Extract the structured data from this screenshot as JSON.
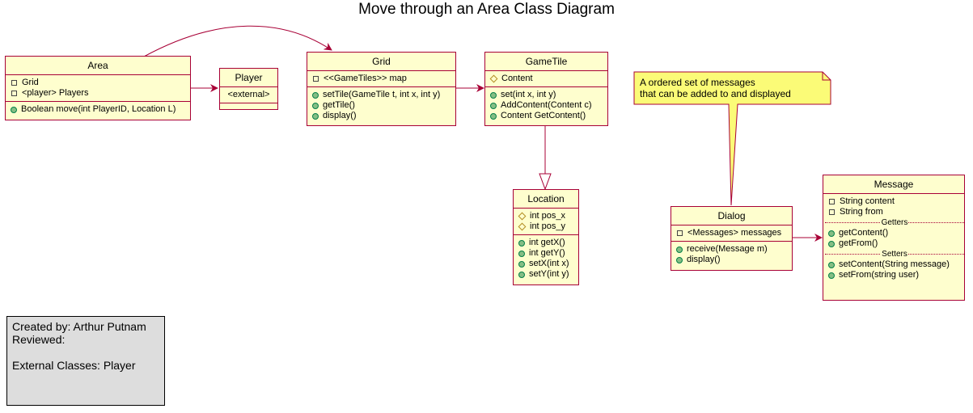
{
  "title": "Move through an Area Class Diagram",
  "colors": {
    "class_fill": "#fefece",
    "class_border": "#a80036",
    "note_fill": "#fbfb77",
    "info_fill": "#dddddd",
    "public_icon": "#84be84",
    "protected_icon": "#b38d22"
  },
  "classes": {
    "area": {
      "name": "Area",
      "attributes": [
        {
          "vis": "private-icon",
          "text": "Grid"
        },
        {
          "vis": "private-icon",
          "text": "<player> Players"
        }
      ],
      "methods": [
        {
          "vis": "public-icon",
          "text": "Boolean move(int PlayerID, Location L)"
        }
      ]
    },
    "player": {
      "name": "Player",
      "stereotype": "<external>"
    },
    "grid": {
      "name": "Grid",
      "attributes": [
        {
          "vis": "private-icon",
          "text": "<<GameTiles>> map"
        }
      ],
      "methods": [
        {
          "vis": "public-icon",
          "text": "setTile(GameTile t, int x, int y)"
        },
        {
          "vis": "public-icon",
          "text": "getTile()"
        },
        {
          "vis": "public-icon",
          "text": "display()"
        }
      ]
    },
    "gametile": {
      "name": "GameTile",
      "attributes": [
        {
          "vis": "protected-icon",
          "text": "Content"
        }
      ],
      "methods": [
        {
          "vis": "public-icon",
          "text": "set(int x, int y)"
        },
        {
          "vis": "public-icon",
          "text": "AddContent(Content c)"
        },
        {
          "vis": "public-icon",
          "text": "Content GetContent()"
        }
      ]
    },
    "location": {
      "name": "Location",
      "attributes": [
        {
          "vis": "protected-icon",
          "text": "int pos_x"
        },
        {
          "vis": "protected-icon",
          "text": "int pos_y"
        }
      ],
      "methods": [
        {
          "vis": "public-icon",
          "text": "int getX()"
        },
        {
          "vis": "public-icon",
          "text": "int getY()"
        },
        {
          "vis": "public-icon",
          "text": "setX(int x)"
        },
        {
          "vis": "public-icon",
          "text": "setY(int y)"
        }
      ]
    },
    "dialog": {
      "name": "Dialog",
      "attributes": [
        {
          "vis": "private-icon",
          "text": "<Messages> messages"
        }
      ],
      "methods": [
        {
          "vis": "public-icon",
          "text": "receive(Message m)"
        },
        {
          "vis": "public-icon",
          "text": "display()"
        }
      ]
    },
    "message": {
      "name": "Message",
      "attributes": [
        {
          "vis": "private-icon",
          "text": "String content"
        },
        {
          "vis": "private-icon",
          "text": "String from"
        }
      ],
      "getters_label": "Getters",
      "getters": [
        {
          "vis": "public-icon",
          "text": "getContent()"
        },
        {
          "vis": "public-icon",
          "text": "getFrom()"
        }
      ],
      "setters_label": "Setters",
      "setters": [
        {
          "vis": "public-icon",
          "text": "setContent(String message)"
        },
        {
          "vis": "public-icon",
          "text": "setFrom(string user)"
        }
      ]
    }
  },
  "note": {
    "line1": "A ordered set of messages",
    "line2": "that can be added to and displayed"
  },
  "info": {
    "created_by": "Created by: Arthur Putnam",
    "reviewed": "Reviewed:",
    "external": "External Classes: Player"
  }
}
